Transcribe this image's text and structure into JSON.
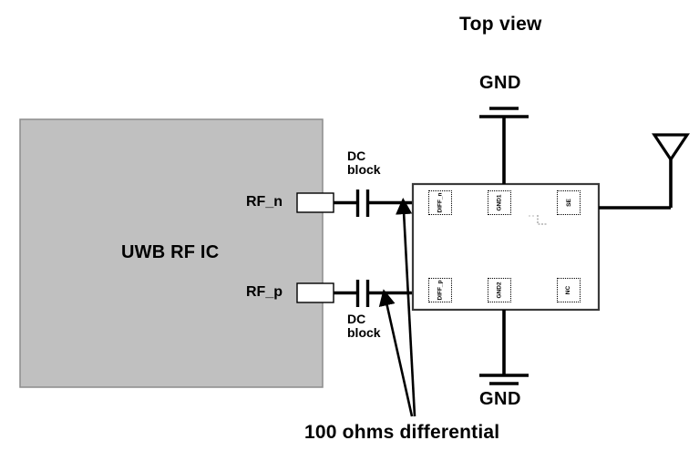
{
  "diagram": {
    "title": "Top view",
    "ic_block": {
      "label": "UWB RF IC",
      "fill_color": "#c0c0c0",
      "border_color": "#808080"
    },
    "ic_pins": [
      {
        "name": "RF_n",
        "label": "RF_n"
      },
      {
        "name": "RF_p",
        "label": "RF_p"
      }
    ],
    "dc_blocks": [
      {
        "line1": "DC",
        "line2": "block"
      },
      {
        "line1": "DC",
        "line2": "block"
      }
    ],
    "grounds": [
      {
        "position": "top",
        "label": "GND"
      },
      {
        "position": "bottom",
        "label": "GND"
      }
    ],
    "package": {
      "pads": [
        {
          "id": "diff-n",
          "label": "DIFF_n"
        },
        {
          "id": "gnd1",
          "label": "GND1"
        },
        {
          "id": "se",
          "label": "SE"
        },
        {
          "id": "diff-p",
          "label": "DIFF_p"
        },
        {
          "id": "gnd2",
          "label": "GND2"
        },
        {
          "id": "nc",
          "label": "NC"
        }
      ]
    },
    "annotation": {
      "impedance_note": "100 ohms differential"
    },
    "antenna": {
      "name": "antenna-symbol"
    },
    "colors": {
      "stroke": "#000000",
      "ic_fill": "#c0c0c0",
      "background": "#ffffff"
    }
  }
}
